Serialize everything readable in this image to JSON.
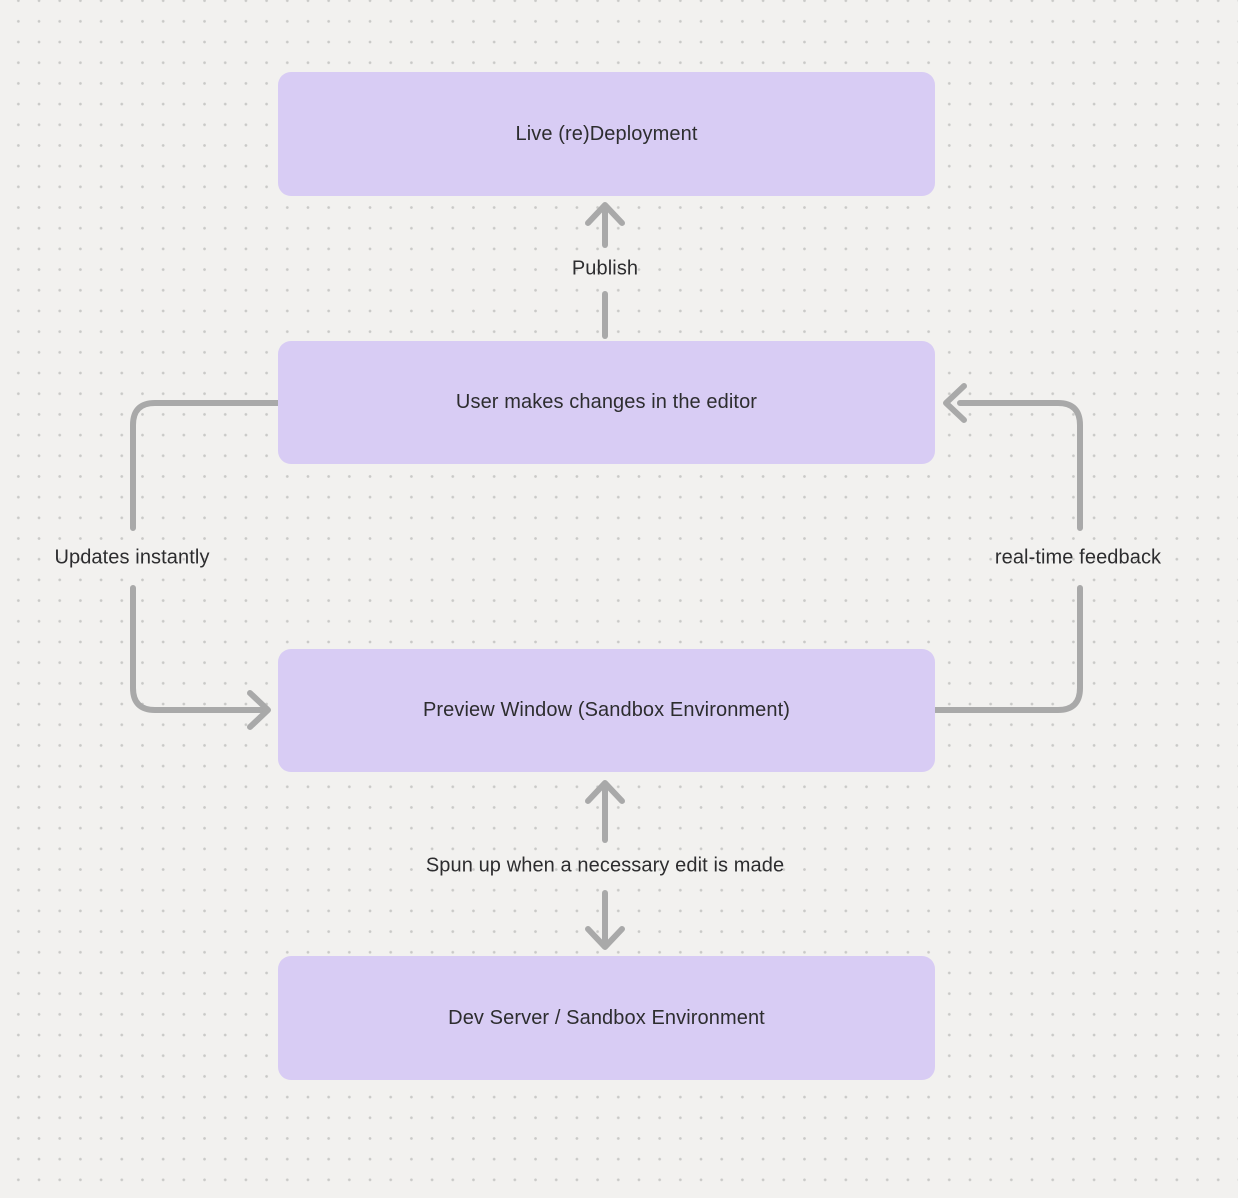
{
  "diagram": {
    "nodes": [
      {
        "id": "live-redeployment",
        "label": "Live (re)Deployment"
      },
      {
        "id": "user-changes",
        "label": "User makes changes in the editor"
      },
      {
        "id": "preview-window",
        "label": "Preview Window (Sandbox Environment)"
      },
      {
        "id": "dev-server",
        "label": "Dev Server / Sandbox Environment"
      }
    ],
    "edge_labels": {
      "publish": "Publish",
      "updates_instantly": "Updates instantly",
      "realtime_feedback": "real-time feedback",
      "spun_up": "Spun up when a necessary edit is made"
    },
    "colors": {
      "background": "#f2f1ef",
      "grid_dot": "#c9c9c7",
      "node_fill": "#d8ccf4",
      "connector": "#a9a9a9",
      "text": "#2d2d2f"
    }
  }
}
